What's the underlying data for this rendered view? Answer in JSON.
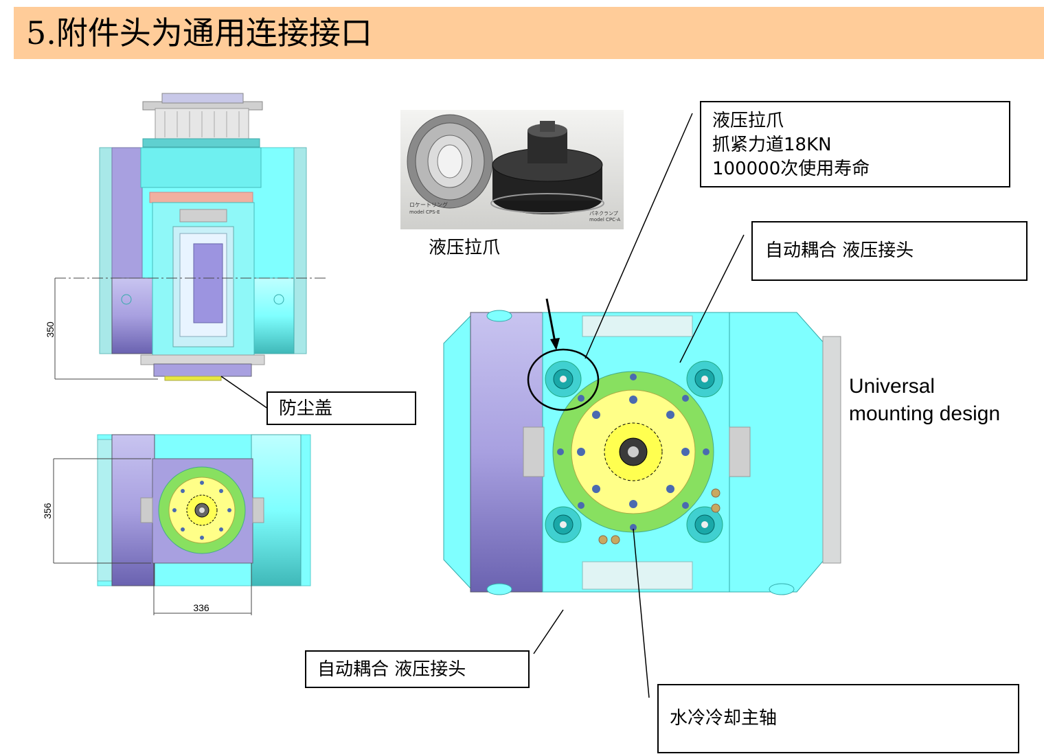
{
  "header": {
    "title": "5.附件头为通用连接接口"
  },
  "photo": {
    "caption": "液压拉爪",
    "left_label_1": "ロケートリング",
    "left_label_2": "model CPS-E",
    "right_label_1": "パネクランプ",
    "right_label_2": "model CPC-A"
  },
  "callouts": {
    "hydraulic_claw": {
      "line1": "液压拉爪",
      "line2": "抓紧力道18KN",
      "line3": "100000次使用寿命"
    },
    "auto_coupling_top": "自动耦合 液压接头",
    "auto_coupling_bottom": "自动耦合 液压接头",
    "dust_cover": "防尘盖",
    "water_cooled_spindle": "水冷冷却主轴"
  },
  "universal": {
    "line1": "Universal",
    "line2": "mounting  design"
  },
  "dimensions": {
    "side_height": "350",
    "front_height": "356",
    "front_width": "336"
  },
  "colors": {
    "title_bg": "#FFCC99",
    "cyan": "#7FFFFF",
    "lavender": "#A8A0E0",
    "yellow": "#FFFF88",
    "green": "#88E060"
  }
}
